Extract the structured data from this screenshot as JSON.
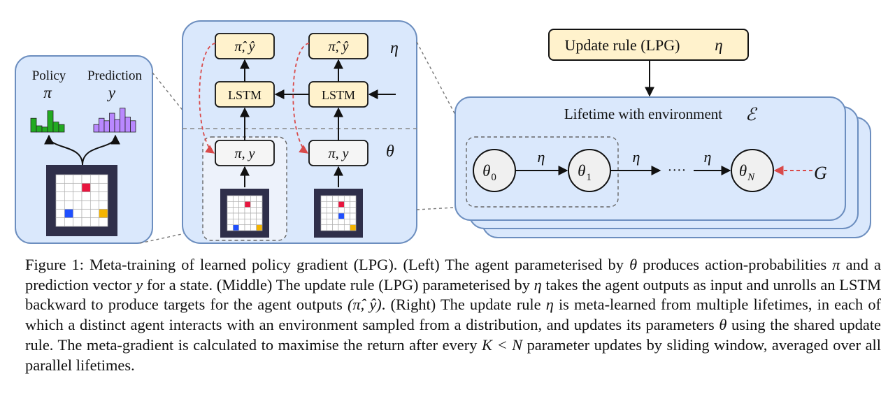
{
  "figure": {
    "left": {
      "policy_label": "Policy",
      "policy_symbol": "π",
      "prediction_label": "Prediction",
      "prediction_symbol": "y",
      "policy_bars": [
        0.55,
        0.25,
        0.2,
        0.85,
        0.4,
        0.3
      ],
      "prediction_bars": [
        0.3,
        0.55,
        0.45,
        0.75,
        0.5,
        0.95,
        0.6,
        0.45
      ],
      "colors": {
        "panel": "#dae8fc",
        "border": "#6c8ebf",
        "policy": "#22aa22",
        "prediction": "#b988ff"
      }
    },
    "middle": {
      "target_label": "π̂, ŷ",
      "lstm_label": "LSTM",
      "output_label": "π, y",
      "eta_symbol": "η",
      "theta_symbol": "θ",
      "colors": {
        "target_box": "#fff2cc",
        "lstm_box": "#fff2cc",
        "output_box": "#f5f5f5",
        "highlight": "#edf2fb",
        "dashed_arrow": "#d94a4a"
      }
    },
    "right": {
      "update_rule_label": "Update rule (LPG)",
      "update_rule_symbol": "η",
      "lifetime_label": "Lifetime with environment",
      "env_symbol": "ℰ",
      "nodes": [
        "θ",
        "θ",
        "θ"
      ],
      "node_subscripts": [
        "0",
        "1",
        "N"
      ],
      "edge_symbol": "η",
      "ellipsis": "····",
      "return_symbol": "G"
    },
    "grid": {
      "cells": 6,
      "frame_color": "#2f2f4a",
      "colored_cells_large": [
        {
          "row": 1,
          "col": 3,
          "color": "#e8163f"
        },
        {
          "row": 4,
          "col": 1,
          "color": "#1f4fff"
        },
        {
          "row": 4,
          "col": 5,
          "color": "#f5b400"
        }
      ],
      "colored_cells_small_a": [
        {
          "row": 1,
          "col": 3,
          "color": "#e8163f"
        },
        {
          "row": 5,
          "col": 1,
          "color": "#1f4fff"
        },
        {
          "row": 5,
          "col": 5,
          "color": "#f5b400"
        }
      ],
      "colored_cells_small_b": [
        {
          "row": 1,
          "col": 3,
          "color": "#e8163f"
        },
        {
          "row": 3,
          "col": 3,
          "color": "#1f4fff"
        },
        {
          "row": 5,
          "col": 5,
          "color": "#f5b400"
        }
      ]
    }
  },
  "caption": {
    "p1": "Figure 1: Meta-training of learned policy gradient (LPG). (Left) The agent parameterised by ",
    "s1": "θ",
    "p2": " produces action-probabilities ",
    "s2": "π",
    "p3": " and a prediction vector ",
    "s3": "y",
    "p4": " for a state. (Middle) The update rule (LPG) parameterised by ",
    "s4": "η",
    "p5": " takes the agent outputs as input and unrolls an LSTM backward to produce targets for the agent outputs ",
    "s5": "(π̂, ŷ)",
    "p6": ". (Right) The update rule ",
    "s6": "η",
    "p7": " is meta-learned from multiple lifetimes, in each of which a distinct agent interacts with an environment sampled from a distribution, and updates its parameters ",
    "s7": "θ",
    "p8": " using the shared update rule. The meta-gradient is calculated to maximise the return after every ",
    "s8": "K < N",
    "p9": " parameter updates by sliding window, averaged over all parallel lifetimes."
  }
}
